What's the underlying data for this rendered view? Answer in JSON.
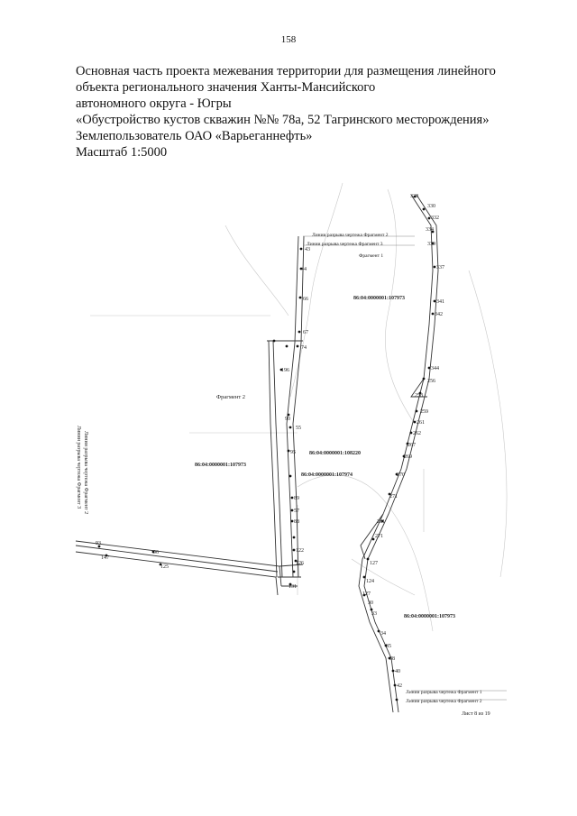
{
  "page_number": "158",
  "heading": {
    "line1": "Основная часть проекта межевания территории для размещения линейного",
    "line2": "объекта регионального значения Ханты-Мансийского",
    "line3": "автономного округа - Югры",
    "line4": "«Обустройство кустов скважин №№ 78а, 52 Тагринского месторождения»",
    "line5": "Землепользователь ОАО «Варьеганнефть»",
    "line6": "Масштаб 1:5000"
  },
  "map": {
    "fragment_label": "Фрагмент 2",
    "break_line_labels": {
      "top_a": "Линии разрыва чертежа Фрагмент 2",
      "top_b": "Линии разрыва чертежа Фрагмент 3",
      "top_c": "Фрагмент 1",
      "left_a": "Линии разрыва чертежа Фрагмент 2",
      "left_b": "Линии разрыва чертежа Фрагмент 3",
      "bottom_a": "Линии разрыва чертежа Фрагмент 1",
      "bottom_b": "Линии разрыва чертежа Фрагмент 2"
    },
    "cadastral": {
      "c1": "86:04:0000001:107973",
      "c2": "86:04:0000001:108220",
      "c3": "86:04:0000001:107973",
      "c4": "86:04:0000001:107974",
      "c5": "86:04:0000001:107973"
    },
    "sheet_label": "Лист 8 из 19",
    "points": {
      "p328": "328",
      "p330": "330",
      "p332": "332",
      "p334": "334",
      "p339": "339",
      "p337": "337",
      "p341": "341",
      "p342": "342",
      "p344": "344",
      "p256": "256",
      "p258": "258",
      "p259": "259",
      "p261": "261",
      "p262": "262",
      "p267": "267",
      "p269": "269",
      "p270": "270",
      "p271": "271",
      "p281": "281",
      "p271b": "271",
      "p127": "127",
      "p124": "124",
      "p127b": "127",
      "p30": "30",
      "p33": "33",
      "p34": "34",
      "p35": "35",
      "p38": "38",
      "p40": "40",
      "p42": "42",
      "p43": "43",
      "p44": "44",
      "p66": "66",
      "p67": "67",
      "p74": "74",
      "p90": "90",
      "p55": "55",
      "p57": "57",
      "p89": "89",
      "p88": "88",
      "p122": "122",
      "p126": "126",
      "p131": "131",
      "p93": "93",
      "p96": "96",
      "p147": "147",
      "p125": "125",
      "p196": "196",
      "p95": "95"
    }
  }
}
